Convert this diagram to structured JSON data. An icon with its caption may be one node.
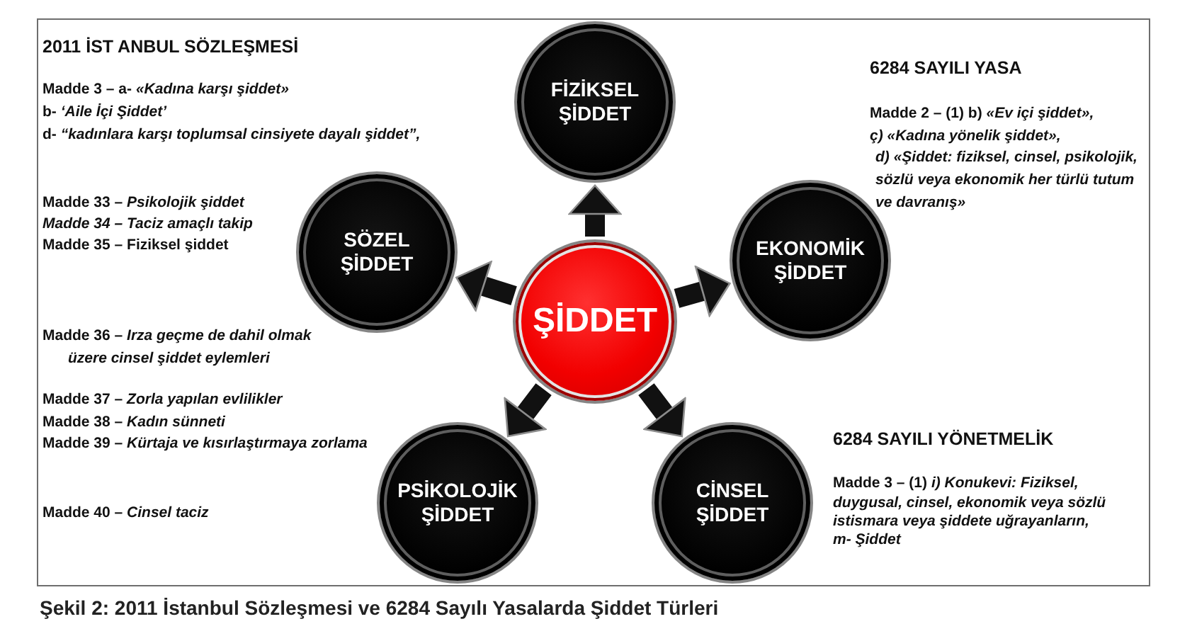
{
  "diagram": {
    "caption": "Şekil 2: 2011 İstanbul Sözleşmesi ve 6284 Sayılı Yasalarda Şiddet Türleri",
    "nodes": [
      {
        "text": [
          "FİZİKSEL ŞİDDET"
        ]
      },
      {
        "text": [
          "SÖZEL ŞİDDET"
        ]
      },
      {
        "text": [
          "EKONOMİK ŞİDDET"
        ]
      },
      {
        "text": [
          "ŞİDDET"
        ]
      },
      {
        "text": [
          "PSİKOLOJİK ŞİDDET"
        ]
      },
      {
        "text": [
          "CİNSEL ŞİDDET"
        ]
      }
    ],
    "edges": [
      {
        "from": 3,
        "to": 0,
        "arrow": "to"
      },
      {
        "from": 3,
        "to": 1,
        "arrow": "to"
      },
      {
        "from": 3,
        "to": 2,
        "arrow": "to"
      },
      {
        "from": 3,
        "to": 4,
        "arrow": "to"
      },
      {
        "from": 3,
        "to": 5,
        "arrow": "to"
      }
    ],
    "labels": [
      "2011 İST ANBUL SÖZLEŞMESİ",
      "Madde 3 – a- *«Kadına karşı şiddet»*",
      "b- *‘Aile İçi Şiddet’*",
      "d- *“kadınlara karşı toplumsal cinsiyete dayalı şiddet”,*",
      "Madde 33 – *Psikolojik şiddet*",
      "*Madde 34 – Taciz amaçlı takip*",
      "Madde 35 – Fiziksel şiddet",
      "Madde 36 – *Irza geçme de dahil olmak üzere cinsel şiddet eylemleri*",
      "Madde 37 – *Zorla yapılan evlilikler*",
      "Madde 38 – *Kadın sünneti*",
      "Madde 39 – *Kürtaja ve kısırlaştırmaya zorlama*",
      "Madde 40 – *Cinsel taciz*",
      "6284 SAYILI YASA",
      "Madde 2 – (1) b) *«Ev içi şiddet»,*",
      "*ç) «Kadına yönelik şiddet»,*",
      "*d) «Şiddet: fiziksel, cinsel, psikolojik, sözlü veya ekonomik her türlü tutum ve davranış»*",
      "6284 SAYILI YÖNETMELİK",
      "Madde 3 – (1) *i) Konukevi: Fiziksel, duygusal, cinsel, ekonomik veya sözlü istismara veya şiddete uğrayanların,*",
      "*m- Şiddet*"
    ]
  }
}
